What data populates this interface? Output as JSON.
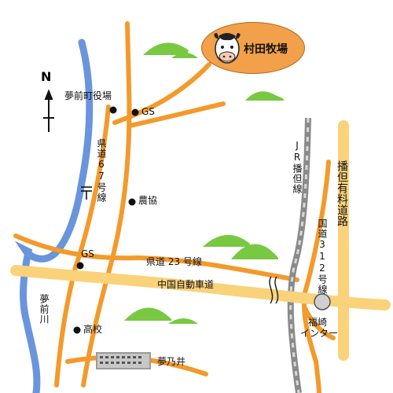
{
  "farm": {
    "name": "村田牧場",
    "icon": "cow-icon"
  },
  "compass": {
    "label": "N"
  },
  "places": {
    "town_office": "夢前町役場",
    "gs_top": "GS",
    "gs_mid": "GS",
    "nokyo": "農協",
    "high_school": "高校",
    "yumenoi": "夢乃井",
    "fukusaki_ic_1": "福崎",
    "fukusaki_ic_2": "インター"
  },
  "roads": {
    "pref_67": "県道67号線",
    "pref_23": "県道 23 号線",
    "chugoku_expressway": "中国自動車道",
    "jr_bantan": "JR播但線",
    "national_312": "国道312号線",
    "bantan_toll": "播但有料道路"
  },
  "rivers": {
    "yumesaki": "夢前川"
  },
  "colors": {
    "road_orange": "#f39a2c",
    "expressway": "#fad27a",
    "river_blue": "#6a95dc",
    "rail_gray": "#8a8a8a",
    "hill_green": "#78c841",
    "badge_orange": "#f2a04a"
  }
}
